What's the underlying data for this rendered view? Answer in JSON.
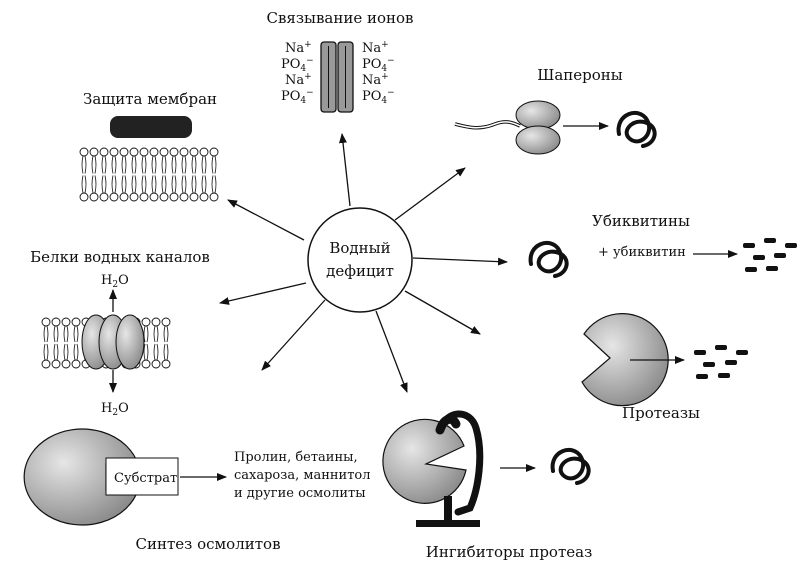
{
  "center": {
    "line1": "Водный",
    "line2": "дефицит"
  },
  "labels": {
    "ion_binding": "Связывание ионов",
    "membrane_protection": "Защита мембран",
    "chaperones": "Шапероны",
    "ubiquitins": "Убиквитины",
    "plus_ubiquitin": "+ убиквитин",
    "water_channels": "Белки водных каналов",
    "h2o_top": "H",
    "h2o_top_sub": "2",
    "h2o_top_o": "O",
    "proteases": "Протеазы",
    "substrate": "Субстрат",
    "osmolyte_synthesis": "Синтез осмолитов",
    "protease_inhibitors": "Ингибиторы протеаз",
    "osmolytes_line1": "Пролин, бетаины,",
    "osmolytes_line2": "сахароза, маннитол",
    "osmolytes_line3": "и другие осмолиты"
  },
  "ions": {
    "na": "Na",
    "na_sup": "+",
    "po": "PO",
    "po_sub": "4",
    "po_sup": "−"
  },
  "colors": {
    "gray_fill": "#aaaaaa",
    "dark_fill": "#222222",
    "line": "#111111"
  }
}
